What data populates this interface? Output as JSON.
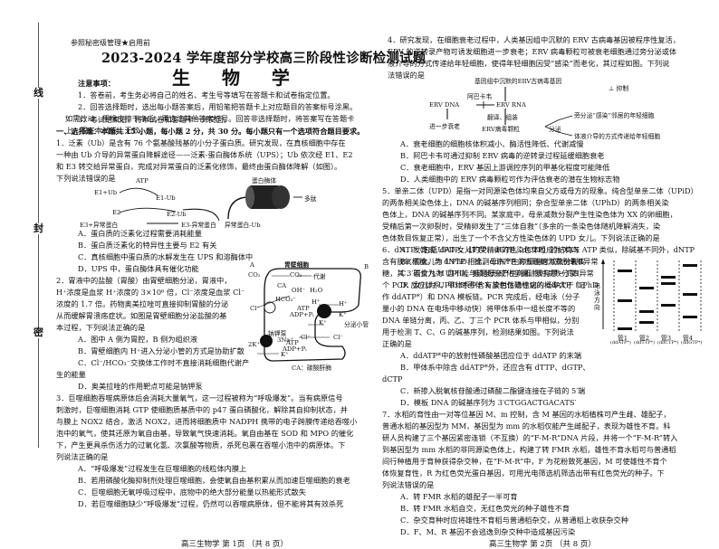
{
  "binding_margin": {
    "chars": [
      "线",
      "封",
      "密"
    ]
  },
  "header": {
    "secret_label": "参照秘密级管理★启用前",
    "title": "2023-2024 学年度部分学校高三阶段性诊断检测试题",
    "subject": "生 物 学"
  },
  "notice": {
    "heading": "注意事项：",
    "items": [
      "1．答卷前，考生务必将自己的姓名、考生号等填写在答题卡和试卷指定位置。",
      "2．回答选择题时，选出每小题答案后，用铅笔把答题卡上对应题目的答案标号涂黑。",
      "如需改动，用橡皮擦干净后，再选涂其他答案标号。回答非选择题时，将答案写在答题卡",
      "上。写在本试卷上无效。",
      "3．考试结束后，将本试卷和答题卡一并交回。"
    ]
  },
  "section1": {
    "heading": "一、选择题：本题共 15 小题，每小题 2 分，共 30 分。每小题只有一个选项符合题目要求。"
  },
  "q1": {
    "lines": [
      "1．泛素（Ub）是含有 76 个氨基酸残基的小分子蛋白质。研究发现，在真核细胞中存在",
      "一种由 Ub 介导的异常蛋白降解途径——泛素-蛋白酶体系统（UPS）；Ub 依次经 E1、E2",
      "和 E3 转交给异常蛋白，完成对异常蛋白的泛素化修饰，最终由蛋白酶体降解（如图）。",
      "下列说法错误的是"
    ],
    "diagram": {
      "atp": "ATP",
      "e1ub_in": "E1+Ub",
      "e1ub": "E1-Ub",
      "e2": "E2",
      "e2ub": "E2-Ub",
      "e3": "E3+异常蛋白",
      "e3p": "E3-异常蛋白",
      "pub": "异常蛋白-Ub",
      "proteasome": "蛋白酶体",
      "product": "多肽"
    },
    "options": [
      "A．蛋白质的泛素化过程需要消耗能量",
      "B．蛋白质泛素化的特异性主要与 E2 有关",
      "C．真核细胞中蛋白质的水解发生在 UPS 和溶酶体中",
      "D．UPS 中，蛋白酶体具有催化功能"
    ]
  },
  "q2": {
    "lines": [
      "2．胃液中的盐酸（胃酸）由胃壁细胞分泌，胃液中，",
      "H⁺浓度是血浆 H⁺浓度的 3×10⁶ 倍，Cl⁻浓度是血浆 Cl⁻",
      "浓度的 1.7 倍。药物奥美拉唑可直接抑制胃酸的分泌",
      "从而缓解胃溃疡症状。如图是胃壁细胞分泌盐酸的基",
      "本过程，下列说法正确的是"
    ],
    "diagram": {
      "title": "胃壁细胞",
      "side_a": "A",
      "side_b": "B",
      "co2_left": "CO₂",
      "co2_mid": "CO₂",
      "metab": "代谢",
      "ca": "CA",
      "oh": "OH⁻",
      "h2o": "H₂O",
      "hco3": "HCO₃⁻",
      "cl_left": "Cl⁻",
      "h_in": "H⁺",
      "h_out": "H⁺",
      "atp1": "ATP",
      "adp1": "ADP+Pᵢ",
      "k_out": "K⁺",
      "k_mid": "K⁺",
      "canaliculus": "分泌小管",
      "cl_mid": "Cl⁻",
      "cl_right": "Cl⁻",
      "pump": "钠钾泵",
      "na3": "3Na⁺",
      "k2": "2K⁺",
      "atp2": "ATP",
      "adp2": "ADP+Pᵢ",
      "k_bottom": "K⁺",
      "caption": "CA：碳酸酐酶"
    },
    "options": [
      "A．图中 A 侧为胃腔，B 侧为组织液",
      "B．胃壁细胞内 H⁺进入分泌小管的方式是协助扩散",
      "C．Cl⁻/HCO₃⁻交换体工作时不直接消耗细胞代谢产",
      "生的能量",
      "D．奥美拉唑的作用靶点可能是钠钾泵"
    ]
  },
  "q3": {
    "lines": [
      "3．巨噬细胞吞噬病原体后会消耗大量氧气，这一过程被称为“呼吸爆发”。当有病原信号",
      "刺激时，巨噬细胞消耗 GTP 使细胞质基质中的 p47 蛋白磷酸化，解除其自抑制状态，并",
      "与膜上 NOX2 结合，激活 NOX2，进而将细胞质中 NADPH 携带的电子跨膜传递给吞噬小",
      "泡中的氧气，使其还原为氧自由基，导致氧气快速消耗。氧自由基在 SOD 和 MPO 的催化",
      "下，产生更具杀伤活力的过氧化氢、次氯酸等物质，杀死包裹在吞噬小泡中的病原体。下",
      "列说法正确的是"
    ],
    "options": [
      "A．“呼吸爆发”过程发生在巨噬细胞的线粒体内膜上",
      "B．若用磷酸化酶抑制剂处理巨噬细胞，会使氧自由基积累从而加速巨噬细胞的衰老",
      "C．巨噬细胞无氧呼吸过程中，底物中的绝大部分能量以热能形式散失",
      "D．若巨噬细胞缺少“呼吸爆发”过程，仍然可以吞噬病原体，但不能将其有效杀死"
    ]
  },
  "q4": {
    "lines": [
      "4．研究发现，在细胞衰老过程中，人类基因组中沉默的 ERV 古病毒基因被程序性复活，",
      "ERV 的逆转录产物可诱发细胞进一步衰老；ERV 病毒颗粒可被衰老细胞通过旁分泌或体",
      "液介导的方式传递给年轻细胞，使得年轻细胞因受“感染”而老化，其过程如图。下列说",
      "法错误的是"
    ],
    "diagram": {
      "gene": "基因组中沉默的ERV古病毒基因",
      "inhibit_legend": "⊥ 抑制",
      "drug": "阿巴卡韦",
      "erv_dna": "ERV DNA",
      "erv_rna": "ERV RNA",
      "aging": "进一步衰老",
      "translate": "翻译、组装",
      "particle": "ERV病毒颗粒",
      "secrete": "分泌",
      "para": "旁分泌“感染”邻居的年轻细胞",
      "fluid": "体液介导的方式传递给年轻细胞"
    },
    "options": [
      "A．衰老细胞的细胞核体积减小、酶活性降低、代谢减慢",
      "B．阿巴卡韦可通过抑制 ERV 病毒的逆转录过程延缓细胞衰老",
      "C．衰老细胞中，ERV 基因上游调控序列的甲基化程度可能降低",
      "D．人类细胞中的 ERV 病毒颗粒可作为评估衰老的潜在生物标志物"
    ]
  },
  "q5": {
    "lines": [
      "5．单亲二体（UPD）是指一对同源染色体均来自父方或母方的现象。纯合型单亲二体（UPiD）",
      "的两条相关染色体上，DNA 的碱基序列相同；杂合型单亲二体（UPhD）的两条相关染",
      "色体上，DNA 的碱基序列不同。某家庭中，母亲减数分裂产生性染色体为 XX 的卵细胞，",
      "受精后第一次卵裂时，受精卵发生了“三体自救”（多余的一条染色体随机降解消失，染",
      "色体数目恢复正常），出生了一个不含父方性染色体的 UPD 女儿。下列说法正确的是"
    ],
    "options": [
      "A．发育成 UPD 女儿的受精卵的性染色体组成为 XXX",
      "B．若女儿为 UPhD，推测母亲产生卵细胞时减数分裂Ⅱ异常",
      "C．若女儿为 UPiD，推测母亲产生卵细胞时减数分裂Ⅰ异常",
      "D．女儿为 UPiD 时患伴 X 染色体隐性病的概率大于 UPhD"
    ]
  },
  "q6": {
    "first_line": "6．dNTP（包括 dATP、dTTP、dGTP、dCTP）的结构与 ATP 类似，除碱基不同外，dNTP",
    "lines": [
      "含有脱氧核糖。与 dNTP 相比，ddNTP 的五碳糖为双脱氧核",
      "糖，其 3′碳位为-H 且不能与磷酸形成化学键。现有甲~丁四",
      "个 PCR 反应体系，甲体系中含有放射性磷标记的 ddATP（记",
      "作 ddATP*）和 DNA 模板链。PCR 完成后，经电泳（分子",
      "量小的 DNA 在电场中移动快）将甲体系中一组长度不等的",
      "DNA 单链分离，丙、乙、丁三个 PCR 体系与甲相似，分别",
      "用于检测 T、C、G 的碱基序列，检测结果如图。下列说法",
      "正确的是"
    ],
    "gel": {
      "axis_label": "电泳方向",
      "lanes": [
        {
          "label": "管1",
          "sub": "(ddATP*)"
        },
        {
          "label": "管2",
          "sub": "(ddTTP*)"
        },
        {
          "label": "管3",
          "sub": "(ddCTP*)"
        },
        {
          "label": "管4",
          "sub": "(ddGTP*)"
        }
      ]
    },
    "options": [
      "A．ddATP*中的放射性磷酸基团应位于 ddATP 的末端",
      "B．甲体系中除含 ddATP*外，还应含有 dTTP、dGTP、",
      "dCTP",
      "C．新掺入脱氧核苷酸通过磷酸二酯键连接在子链的 5′端",
      "D．模板 DNA 的碱基序列为 3′CTGGACTGACATS′"
    ]
  },
  "q7": {
    "lines": [
      "7．水稻的育性由一对等位基因 M、m 控制，含 M 基因的水稻植株可产生雌、雄配子，",
      "普通水稻的基因型为 MM，基因型为 mm 的水稻仅能产生雌配子，表现为雄性不育。科",
      "研人员构建了三个基因紧密连锁（不互换）的“F-M-R”DNA 片段，并将一个“F-M-R”转入",
      "到基因型为 mm 水稻的非同源染色体上，构建了转 FMR 水稻，雄性不育水稻可与普通稻",
      "间行种植用于育种获得杂交种，在“F-M-R”中，F 为花粉致死基因，M 可使雄性不育个",
      "体恢复育性，R 为红色荧光蛋白基因，可用光电筛选机筛选出带有红色荧光的种子。下",
      "列说法错误的是"
    ],
    "options": [
      "A．转 FMR 水稻的雄配子一半可育",
      "B．转 FMR 水稻自交，无红色荧光的种子雄性不育",
      "C．杂交育种时应将雄性不育稻与普通稻杂交，从普通稻上收获杂交种",
      "D．F、M、R 基因不会逃逸到杂交种中造成基因污染"
    ]
  },
  "footer": {
    "left": "高三生物学  第 1页  （共 8 页）",
    "right": "高三生物学  第 2页  （共 8 页）"
  }
}
